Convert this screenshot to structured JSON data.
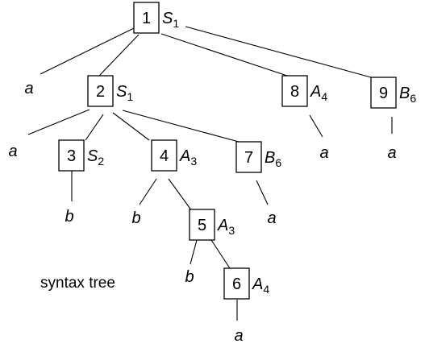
{
  "caption": "syntax tree",
  "nodes": [
    {
      "id": "1",
      "symbol": "S",
      "subscript": "1"
    },
    {
      "id": "2",
      "symbol": "S",
      "subscript": "1"
    },
    {
      "id": "3",
      "symbol": "S",
      "subscript": "2"
    },
    {
      "id": "4",
      "symbol": "A",
      "subscript": "3"
    },
    {
      "id": "5",
      "symbol": "A",
      "subscript": "3"
    },
    {
      "id": "6",
      "symbol": "A",
      "subscript": "4"
    },
    {
      "id": "7",
      "symbol": "B",
      "subscript": "6"
    },
    {
      "id": "8",
      "symbol": "A",
      "subscript": "4"
    },
    {
      "id": "9",
      "symbol": "B",
      "subscript": "6"
    }
  ],
  "leaves": [
    {
      "id": "leaf-a-1",
      "text": "a"
    },
    {
      "id": "leaf-a-2",
      "text": "a"
    },
    {
      "id": "leaf-b-3",
      "text": "b"
    },
    {
      "id": "leaf-b-4",
      "text": "b"
    },
    {
      "id": "leaf-b-5",
      "text": "b"
    },
    {
      "id": "leaf-a-6",
      "text": "a"
    },
    {
      "id": "leaf-a-7",
      "text": "a"
    },
    {
      "id": "leaf-a-8",
      "text": "a"
    },
    {
      "id": "leaf-a-9",
      "text": "a"
    }
  ]
}
